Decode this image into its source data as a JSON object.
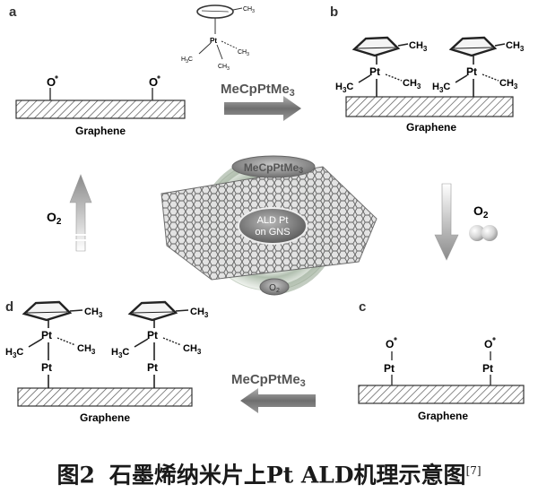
{
  "panels": {
    "a": "a",
    "b": "b",
    "c": "c",
    "d": "d"
  },
  "labels": {
    "graphene": "Graphene",
    "o_radical": "O",
    "pt": "Pt",
    "ch3": "CH",
    "ch3_sub": "3",
    "h3c": "H",
    "h3c_sub": "3",
    "h3c_c": "C"
  },
  "arrows": {
    "a_to_b": "MeCpPtMe",
    "a_to_b_sub": "3",
    "c_to_d": "MeCpPtMe",
    "c_to_d_sub": "3",
    "b_to_c": "O",
    "b_to_c_sub": "2",
    "d_to_a": "O",
    "d_to_a_sub": "2"
  },
  "center": {
    "top": "MeCpPtMe",
    "top_sub": "3",
    "middle_line1": "ALD Pt",
    "middle_line2": "on GNS",
    "bottom": "O",
    "bottom_sub": "2"
  },
  "caption": {
    "fig": "图2",
    "text": "石墨烯纳米片上Pt ALD机理示意图",
    "ref": "[7]"
  },
  "colors": {
    "arrow_fill": "#8a8a8a",
    "sphere": "#c8c8c8",
    "ring_bg": "#9aaa96",
    "badge": "#8f8f8f"
  }
}
